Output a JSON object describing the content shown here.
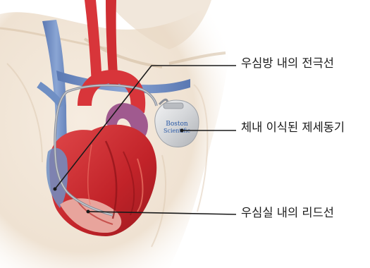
{
  "labels": {
    "atrium_electrode": "우심방 내의 전극선",
    "implanted_device": "체내 이식된 제세동기",
    "ventricle_lead": "우심실 내의 리드선"
  },
  "device": {
    "brand_line1": "Boston",
    "brand_line2": "Scientific"
  },
  "colors": {
    "skin": "#f1e6d8",
    "vein_blue": "#6f8fc4",
    "heart_red": "#c8262b",
    "aorta_red": "#d8353a",
    "device_gray": "#d9dadc",
    "lead_gray": "#8a8f99",
    "callout_line": "#1a1a1a"
  }
}
